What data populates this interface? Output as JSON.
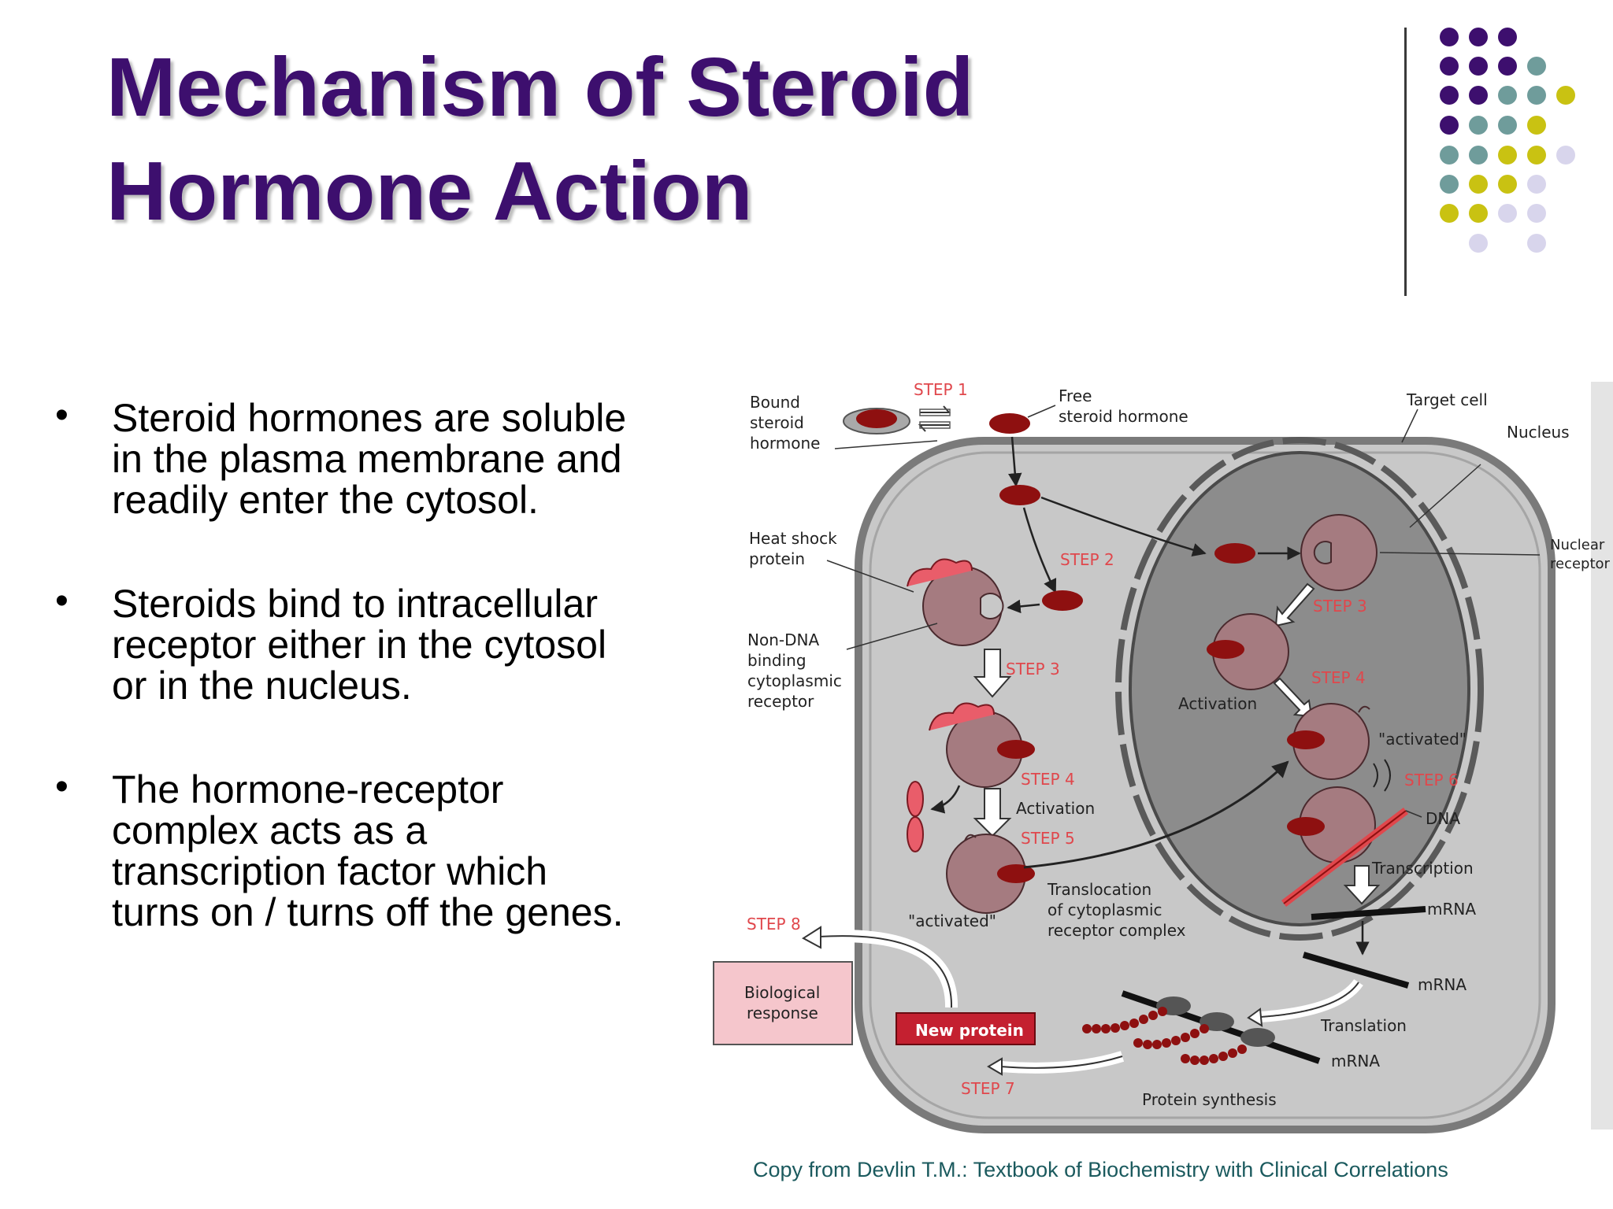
{
  "slide": {
    "title_line1": "Mechanism of Steroid",
    "title_line2": "Hormone Action",
    "bullets": [
      "Steroid hormones are soluble\nin the plasma membrane and\nreadily enter the cytosol.",
      "Steroids bind to intracellular\nreceptor either in the cytosol\nor in the nucleus.",
      "The hormone-receptor\ncomplex acts as a\ntranscription factor which\nturns on / turns off the genes."
    ],
    "caption": "Copy from Devlin T.M.: Textbook of Biochemistry with Clinical Correlations"
  },
  "colors": {
    "title": "#3d0f6e",
    "dot_purple": "#3d0f6e",
    "dot_teal": "#6f9c9b",
    "dot_yellow": "#c9c212",
    "dot_lavender": "#d8d5ec",
    "step_label": "#e0474c",
    "hormone": "#8e1010",
    "receptor": "#a57b80",
    "nucleus": "#8c8c8c",
    "cell": "#c8c8c8"
  },
  "diagram": {
    "labels": {
      "bound": "Bound",
      "steroid": "steroid",
      "hormone": "hormone",
      "free": "Free",
      "free_steroid_hormone": "steroid hormone",
      "target_cell": "Target cell",
      "nucleus": "Nucleus",
      "nuclear": "Nuclear",
      "receptor": "receptor",
      "heat_shock": "Heat shock",
      "protein": "protein",
      "non_dna": "Non-DNA",
      "binding": "binding",
      "cytoplasmic": "cytoplasmic",
      "receptor2": "receptor",
      "activation_nuc": "Activation",
      "activated_nuc": "\"activated\"",
      "dna": "DNA",
      "transcription": "Transcription",
      "mrna1": "mRNA",
      "mrna2": "mRNA",
      "mrna3": "mRNA",
      "translation": "Translation",
      "protein_synthesis": "Protein synthesis",
      "activation_cyto": "Activation",
      "activated_cyto": "\"activated\"",
      "translocation": "Translocation",
      "of_cytoplasmic": "of cytoplasmic",
      "receptor_complex": "receptor complex",
      "biological": "Biological",
      "response": "response",
      "new_protein": "New protein"
    },
    "steps": {
      "s1": "STEP 1",
      "s2": "STEP 2",
      "s3_nuc": "STEP 3",
      "s3_cyto": "STEP 3",
      "s4_nuc": "STEP 4",
      "s4_cyto": "STEP 4",
      "s5": "STEP 5",
      "s6": "STEP 6",
      "s7": "STEP 7",
      "s8": "STEP 8"
    }
  }
}
